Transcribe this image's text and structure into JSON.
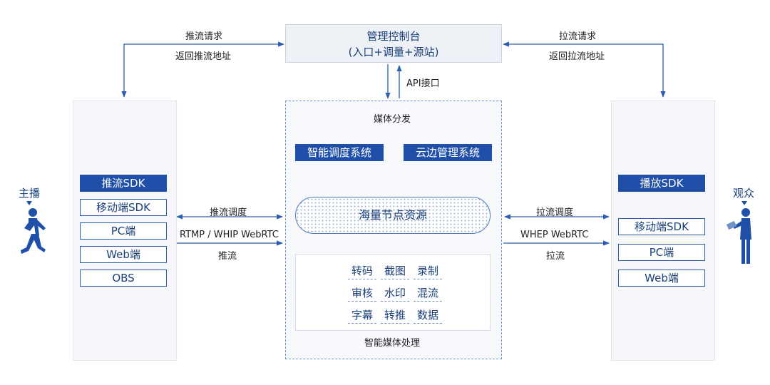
{
  "console": {
    "line1": "管理控制台",
    "line2": "(入口+调量+源站)"
  },
  "api_label": "API接口",
  "left_top": {
    "line1": "推流请求",
    "line2": "返回推流地址"
  },
  "right_top": {
    "line1": "拉流请求",
    "line2": "返回拉流地址"
  },
  "media": {
    "title": "媒体分发",
    "sys_left": "智能调度系统",
    "sys_right": "云边管理系统",
    "pool": "海量节点资源",
    "processing_title": "智能媒体处理",
    "processing_items": [
      "转码",
      "截图",
      "录制",
      "审核",
      "水印",
      "混流",
      "字幕",
      "转推",
      "数据"
    ]
  },
  "left_panel": {
    "header": "推流SDK",
    "items": [
      "移动端SDK",
      "PC端",
      "Web端",
      "OBS"
    ]
  },
  "right_panel": {
    "header": "播放SDK",
    "items": [
      "移动端SDK",
      "PC端",
      "Web端"
    ]
  },
  "left_mid": {
    "schedule": "推流调度",
    "protocol": "RTMP / WHIP WebRTC",
    "action": "推流"
  },
  "right_mid": {
    "schedule": "拉流调度",
    "protocol": "WHEP WebRTC",
    "action": "拉流"
  },
  "actors": {
    "left": "主播",
    "right": "观众"
  },
  "colors": {
    "primary": "#1f4fa8",
    "line": "#2a5db0",
    "figure": "#1f4fa8"
  }
}
